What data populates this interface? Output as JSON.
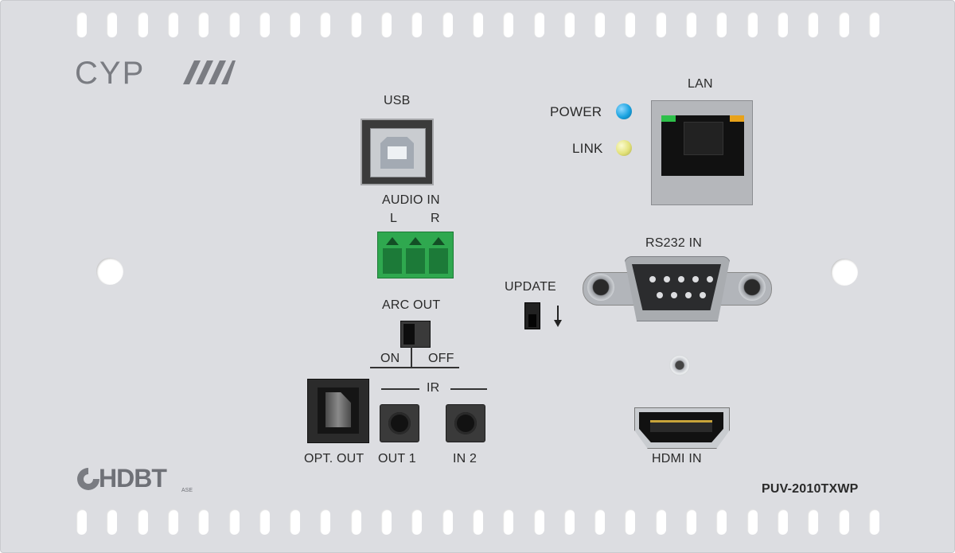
{
  "brand": {
    "logo_text": "CYP",
    "hdbt_logo": "HDBT",
    "hdbt_sub": "ASE"
  },
  "model": "PUV-2010TXWP",
  "labels": {
    "usb": "USB",
    "lan": "LAN",
    "power": "POWER",
    "link": "LINK",
    "audio_in": "AUDIO IN",
    "audio_l": "L",
    "audio_r": "R",
    "rs232_in": "RS232 IN",
    "update": "UPDATE",
    "arc_out": "ARC OUT",
    "on": "ON",
    "off": "OFF",
    "ir": "IR",
    "opt_out": "OPT. OUT",
    "out1": "OUT 1",
    "in2": "IN 2",
    "hdmi_in": "HDMI IN"
  },
  "colors": {
    "panel": "#dcdde1",
    "power_led": "#1aa3e0",
    "link_led": "#e3e27a",
    "terminal_green": "#2fa84f",
    "lan_led_green": "#2ec04a",
    "lan_led_amber": "#e8a21a"
  }
}
